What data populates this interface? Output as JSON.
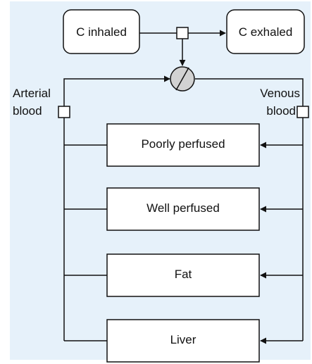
{
  "colors": {
    "panel_background": "#e6f1fa",
    "box_fill": "#ffffff",
    "line": "#111111",
    "junction_fill": "#d2d2d2"
  },
  "top": {
    "inhaled": "C inhaled",
    "exhaled": "C exhaled"
  },
  "sides": {
    "arterial": [
      "Arterial",
      "blood"
    ],
    "venous": [
      "Venous",
      "blood"
    ]
  },
  "compartments": [
    "Poorly perfused",
    "Well perfused",
    "Fat",
    "Liver"
  ],
  "icons": {
    "mixing_junction": "circle-with-slash-icon",
    "sampling_node": "square-node-icon",
    "flow": "arrowhead-icon"
  }
}
